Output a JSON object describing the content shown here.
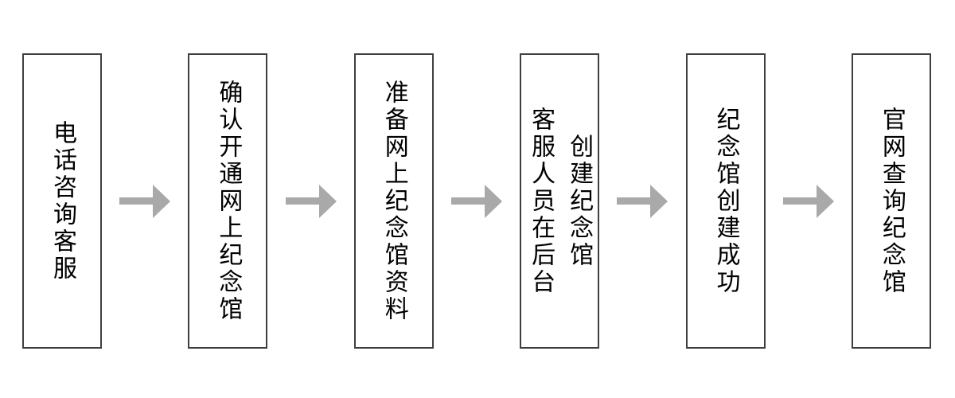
{
  "colors": {
    "bg": "#ffffff",
    "box-border": "#3f3f3f",
    "text": "#000000",
    "arrow": "#a9a9a9"
  },
  "flow": {
    "connector": "right-arrow",
    "steps": [
      {
        "label": "电话咨询客服"
      },
      {
        "label": "确认开通网上纪念馆"
      },
      {
        "label": "准备网上纪念馆资料"
      },
      {
        "label": "客服人员在后台\n创建纪念馆"
      },
      {
        "label": "纪念馆创建成功"
      },
      {
        "label": "官网查询纪念馆"
      }
    ]
  }
}
